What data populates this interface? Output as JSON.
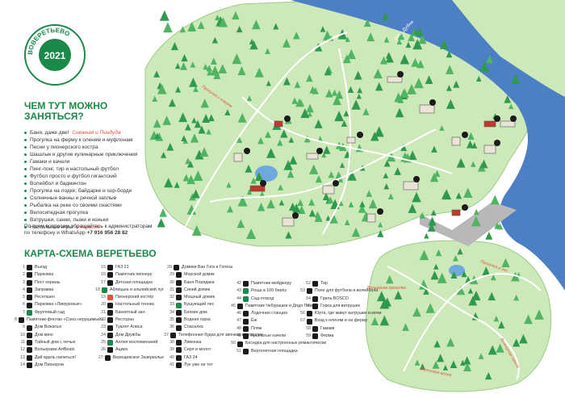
{
  "seal": {
    "year": "2021",
    "word": "ВОВЕРЕТЬЕВО"
  },
  "colors": {
    "brand_green": "#1a8a4a",
    "accent_red": "#e0533d",
    "legend_blue": "#2a6fae",
    "river": "#4d7fc4",
    "forest": "#cde8b9"
  },
  "activities": {
    "title_line1": "ЧЕМ ТУТ МОЖНО",
    "title_line2": "ЗАНЯТЬСЯ?",
    "items": [
      {
        "text": "Баня, даже две!",
        "note": "Снежная и Пиндуда"
      },
      {
        "text": "Прогулка на ферму к оленям и муфлонам",
        "note": ""
      },
      {
        "text": "Песни у пионерского костра",
        "note": ""
      },
      {
        "text": "Шашлык и другие кулинарные приключения",
        "note": ""
      },
      {
        "text": "Гамаки и качели",
        "note": ""
      },
      {
        "text": "Пинг-понг, тир и настольный футбол",
        "note": ""
      },
      {
        "text": "Футбол просто и футбол гигантский",
        "note": ""
      },
      {
        "text": "Волейбол и бадминтон",
        "note": ""
      },
      {
        "text": "Прогулка на лодке, байдарке и sup-борде",
        "note": ""
      },
      {
        "text": "Солнечные ванны и речной заплыв",
        "note": ""
      },
      {
        "text": "Рыбалка на реке со своими снастями",
        "note": ""
      },
      {
        "text": "Велосипедная прогулка",
        "note": ""
      },
      {
        "text": "Ватрушки, санки, лыжи и коньки",
        "note": ""
      },
      {
        "text": "Настольные игры",
        "note": "и караоке"
      }
    ],
    "contact_line1": "По всем вопросам обращайтесь к администраторам",
    "contact_line2_prefix": "по телефону и WhatsApp ",
    "contact_phone": "+7 916 956 28 82"
  },
  "map_title": "КАРТА-СХЕМА ВЕРЕТЬЕВО",
  "river_label": "река Дубна",
  "handwritten_notes": [
    "Прогулка к оленям",
    "Вольерная прогулка",
    "Вольерная тропа",
    "Березовая аллея",
    "Прогулка в лес"
  ],
  "legend": [
    {
      "n": "1",
      "label": "Въезд",
      "c": "b"
    },
    {
      "n": "2",
      "label": "Парковка",
      "c": "b"
    },
    {
      "n": "3",
      "label": "Пост охраны",
      "c": "b"
    },
    {
      "n": "4",
      "label": "Заправка",
      "c": "b"
    },
    {
      "n": "5",
      "label": "Ресепшен",
      "c": "b"
    },
    {
      "n": "6",
      "label": "Парковка «Лимуровые»",
      "c": "b"
    },
    {
      "n": "7",
      "label": "Фруктовый сад",
      "c": "g"
    },
    {
      "n": "8",
      "label": "Памятник-фонтан «Союз нерушимый»",
      "c": "b"
    },
    {
      "n": "9",
      "label": "Дом Вожатых",
      "c": "b"
    },
    {
      "n": "10",
      "label": "Дом кино",
      "c": "b"
    },
    {
      "n": "11",
      "label": "Тайный дом с печью",
      "c": "b"
    },
    {
      "n": "12",
      "label": "Вольерами ArtBeats",
      "c": "b"
    },
    {
      "n": "13",
      "label": "Дай вдаль напиться!",
      "c": "b"
    },
    {
      "n": "14",
      "label": "Дом Пионеров",
      "c": "b"
    },
    {
      "n": "15",
      "label": "ГАЗ 21",
      "c": "b"
    },
    {
      "n": "16",
      "label": "Памятник пионеру",
      "c": "b"
    },
    {
      "n": "17",
      "label": "Детская площадка",
      "c": "b"
    },
    {
      "n": "18",
      "label": "Аблицька и альпийский луг",
      "c": "g"
    },
    {
      "n": "19",
      "label": "Пионерский костёр",
      "c": "o"
    },
    {
      "n": "20",
      "label": "Настольный теннис",
      "c": "b"
    },
    {
      "n": "21",
      "label": "Банкетный зал",
      "c": "b"
    },
    {
      "n": "22",
      "label": "Ресторан",
      "c": "b"
    },
    {
      "n": "23",
      "label": "Туалет Алиса",
      "c": "b"
    },
    {
      "n": "24",
      "label": "Дом Дружбы",
      "c": "b"
    },
    {
      "n": "25",
      "label": "Аллея воспоминаний",
      "c": "g"
    },
    {
      "n": "26",
      "label": "Ацика",
      "c": "b"
    },
    {
      "n": "27",
      "label": "Верещевское Зазеркалье",
      "c": "b"
    },
    {
      "n": "28",
      "label": "Домики Ван Гога и Гогена",
      "c": "b"
    },
    {
      "n": "29",
      "label": "Морской домик",
      "c": "b"
    },
    {
      "n": "30",
      "label": "Баня Порядака",
      "c": "b"
    },
    {
      "n": "31",
      "label": "Синий домик",
      "c": "b"
    },
    {
      "n": "32",
      "label": "Мощный домик",
      "c": "b"
    },
    {
      "n": "33",
      "label": "Бушующий лес",
      "c": "g"
    },
    {
      "n": "34",
      "label": "Белкин дом",
      "c": "b"
    },
    {
      "n": "35",
      "label": "Водная горка",
      "c": "b"
    },
    {
      "n": "36",
      "label": "Спасалка",
      "c": "b"
    },
    {
      "n": "37",
      "label": "Телефонная будка для звонков в прошлое",
      "c": "b"
    },
    {
      "n": "38",
      "label": "Лимонка",
      "c": "b"
    },
    {
      "n": "39",
      "label": "Серп и молот",
      "c": "b"
    },
    {
      "n": "40",
      "label": "ГАЗ 24",
      "c": "b"
    },
    {
      "n": "41",
      "label": "Лук уже не тот",
      "c": "b"
    },
    {
      "n": "42",
      "label": "Памятник мейджору",
      "c": "b"
    },
    {
      "n": "43",
      "label": "Роща в 100 берёз",
      "c": "g"
    },
    {
      "n": "44",
      "label": "Сад-огород",
      "c": "g"
    },
    {
      "n": "45",
      "label": "Памятник Чебурашке и Дядя Гене",
      "c": "b"
    },
    {
      "n": "46",
      "label": "Лодочная станция",
      "c": "b"
    },
    {
      "n": "47",
      "label": "Ёж",
      "c": "b"
    },
    {
      "n": "48",
      "label": "Пляж",
      "c": "b"
    },
    {
      "n": "49",
      "label": "Крылатые качели",
      "c": "b"
    },
    {
      "n": "50",
      "label": "Беседка для настроенных романтически",
      "c": "b"
    },
    {
      "n": "51",
      "label": "Вертолетная площадка",
      "c": "b"
    },
    {
      "n": "52",
      "label": "Тир",
      "c": "b"
    },
    {
      "n": "53",
      "label": "Поле для футбола и волейбола",
      "c": "b"
    },
    {
      "n": "54",
      "label": "Гриль BOSCO",
      "c": "b"
    },
    {
      "n": "55",
      "label": "Горка для ватрушек",
      "c": "b"
    },
    {
      "n": "56",
      "label": "Юрта, где живут ватрушки и мячи",
      "c": "b"
    },
    {
      "n": "57",
      "label": "Вход к оленям и на ферму",
      "c": "b"
    },
    {
      "n": "58",
      "label": "Гамаки",
      "c": "b"
    },
    {
      "n": "59",
      "label": "Ферма",
      "c": "b"
    }
  ]
}
